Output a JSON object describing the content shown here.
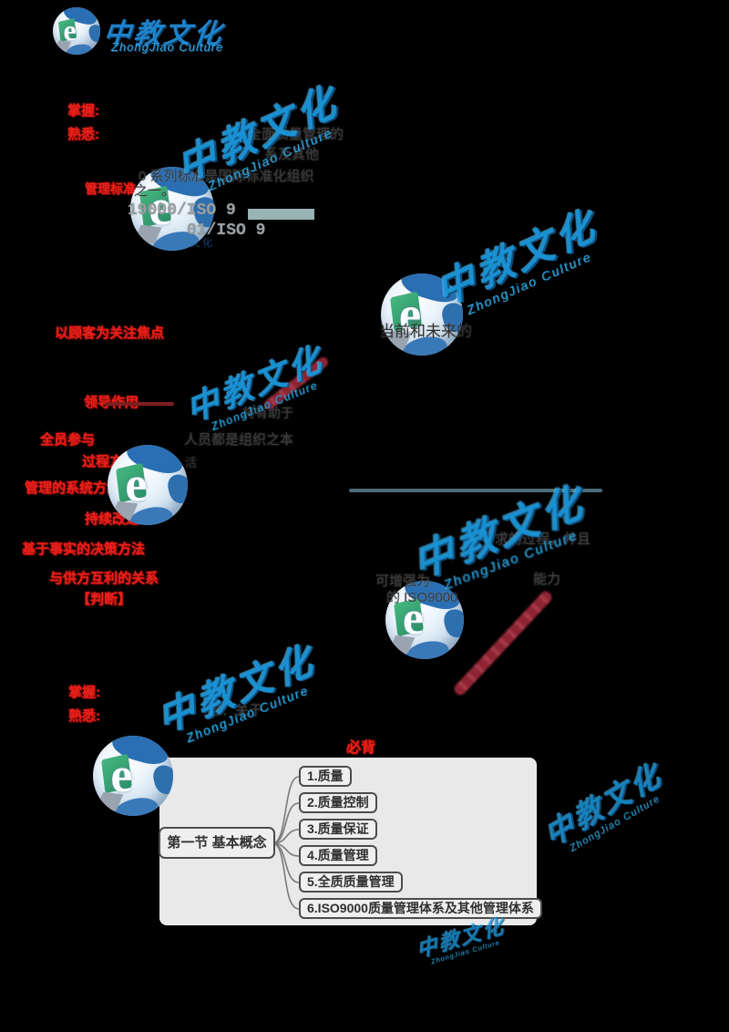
{
  "logo": {
    "cn": "中教文化",
    "en": "ZhongJiao Culture"
  },
  "watermark": {
    "cn": "中教文化",
    "en": "ZhongJiao Culture"
  },
  "globe": {
    "letter": "e"
  },
  "outline_top": {
    "label1": "掌握:",
    "label2": "熟悉:"
  },
  "outline_bottom": {
    "label1": "掌握:",
    "label2": "熟悉:"
  },
  "fragments": {
    "tqm": "全面质量管理的",
    "xi": "系及其他",
    "series": "0 系列标准是国际标准化组织",
    "std_red": "管理标准",
    "std_black": "之一。",
    "iso1": "19000/ISO 9",
    "iso2": "01/ISO 9",
    "current": "当前和未来的",
    "help": "将有助于",
    "people": "人员都是组织之本",
    "act": "活",
    "process": "求的过程，并且",
    "enhance": "可增强为",
    "ability": "能力",
    "iso9000": "的 ISO9000",
    "concept": "念：关于"
  },
  "principles": {
    "p1": "以顾客为关注焦点",
    "p2": "领导作用",
    "p3": "全员参与",
    "p4": "过程方法",
    "p5": "管理的系统方法",
    "p6": "持续改进",
    "p7": "基于事实的决策方法",
    "p8": "与供方互利的关系",
    "marker": "【判断】"
  },
  "mindmap": {
    "marker": "必背",
    "root": "第一节 基本概念",
    "n1": "1.质量",
    "n2": "2.质量控制",
    "n3": "3.质量保证",
    "n4": "4.质量管理",
    "n5": "5.全质质量管理",
    "n6": "6.ISO9000质量管理体系及其他管理体系"
  },
  "colors": {
    "red": "#e8201a",
    "watermark_blue": "#1b98dd",
    "maroon": "#8e2433",
    "panel": "#e9e9e9"
  }
}
